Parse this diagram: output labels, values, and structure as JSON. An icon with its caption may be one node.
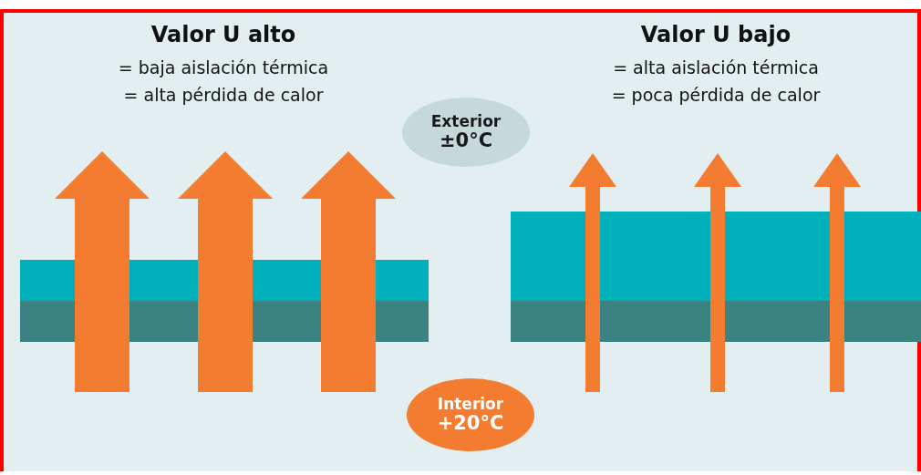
{
  "diagram": {
    "nodes": [
      {
        "text": [
          "Exterior",
          "±0°C"
        ]
      },
      {
        "text": [
          "Interior",
          "+20°C"
        ]
      }
    ],
    "edges": [],
    "labels": [
      "Valor U alto",
      "= baja aislación térmica",
      "= alta pérdida de calor",
      "Valor U bajo",
      "= alta aislación térmica",
      "= poca pérdida de calor"
    ]
  }
}
